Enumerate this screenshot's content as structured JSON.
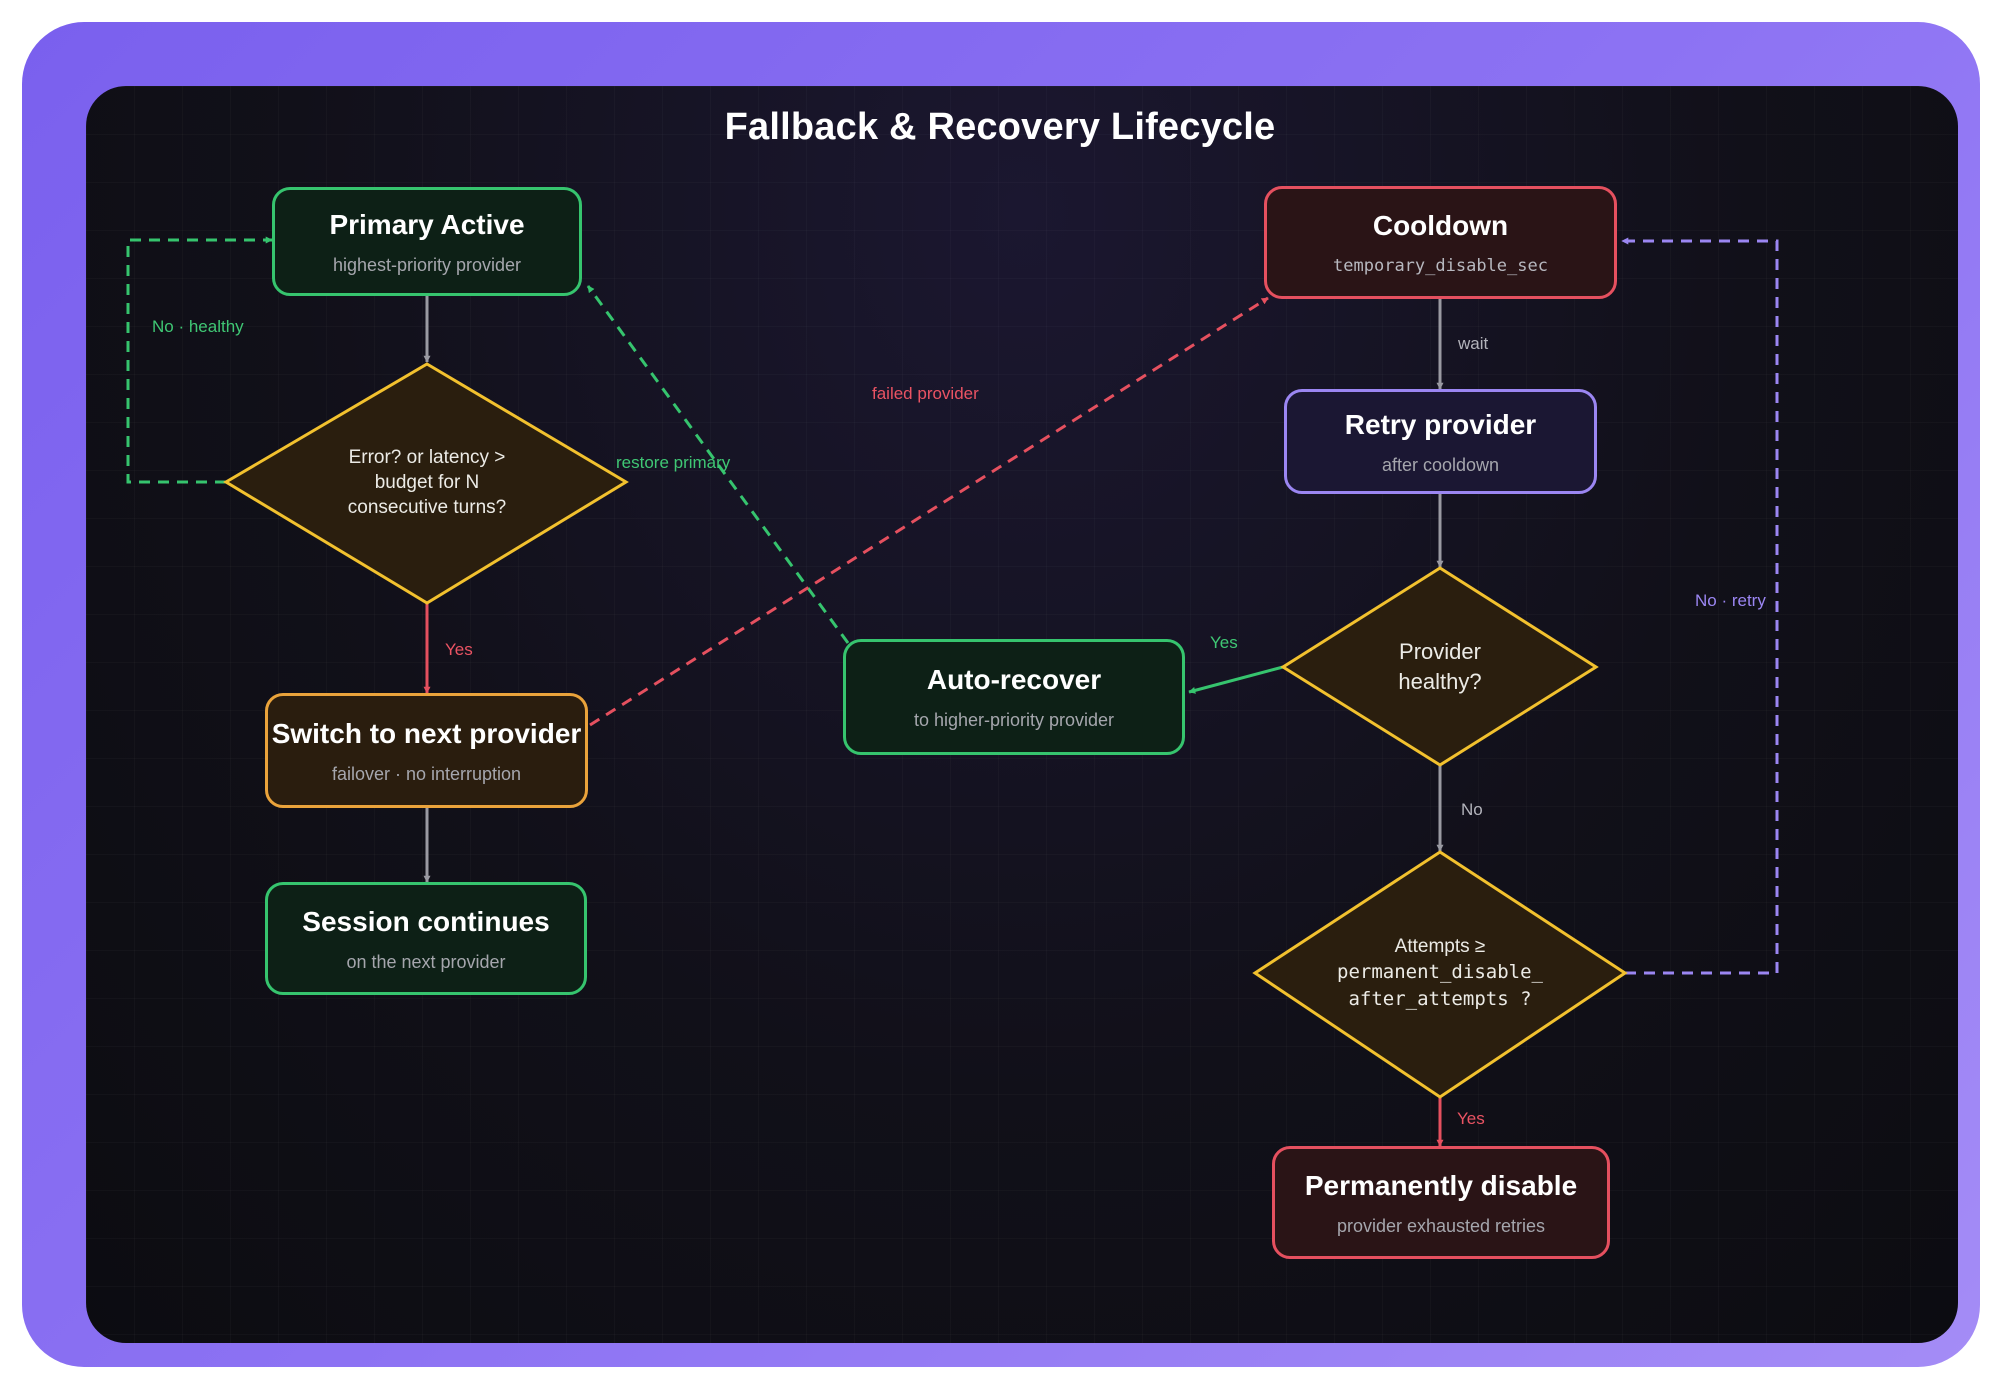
{
  "title": "Fallback & Recovery Lifecycle",
  "colors": {
    "frame": "#8c72f3",
    "panel": "#111019",
    "green": "#36c46e",
    "orange": "#eaa33b",
    "red": "#e5505f",
    "purple": "#9b86f2",
    "decision": "#f2c12e",
    "arrow": "#9a9aa2"
  },
  "nodes": {
    "primary_active": {
      "title": "Primary Active",
      "subtitle": "highest-priority provider"
    },
    "switch_next": {
      "title": "Switch to next provider",
      "subtitle": "failover · no interruption"
    },
    "session_continues": {
      "title": "Session continues",
      "subtitle": "on the next provider"
    },
    "auto_recover": {
      "title": "Auto-recover",
      "subtitle": "to higher-priority provider"
    },
    "cooldown": {
      "title": "Cooldown",
      "subtitle": "temporary_disable_sec"
    },
    "retry_provider": {
      "title": "Retry provider",
      "subtitle": "after cooldown"
    },
    "permanently_disable": {
      "title": "Permanently disable",
      "subtitle": "provider exhausted retries"
    }
  },
  "decisions": {
    "error_check": {
      "lines": [
        "Error? or latency >",
        "budget for N",
        "consecutive turns?"
      ]
    },
    "provider_healthy": {
      "lines": [
        "Provider",
        "healthy?"
      ]
    },
    "attempts": {
      "line1": "Attempts ≥",
      "code1": "permanent_disable_",
      "code2": "after_attempts ?"
    }
  },
  "edge_labels": {
    "no_healthy": "No · healthy",
    "yes_switch": "Yes",
    "restore_primary": "restore primary",
    "failed_provider": "failed provider",
    "wait": "wait",
    "yes_recover": "Yes",
    "no_attempts": "No",
    "yes_disable": "Yes",
    "no_retry": "No · retry"
  }
}
